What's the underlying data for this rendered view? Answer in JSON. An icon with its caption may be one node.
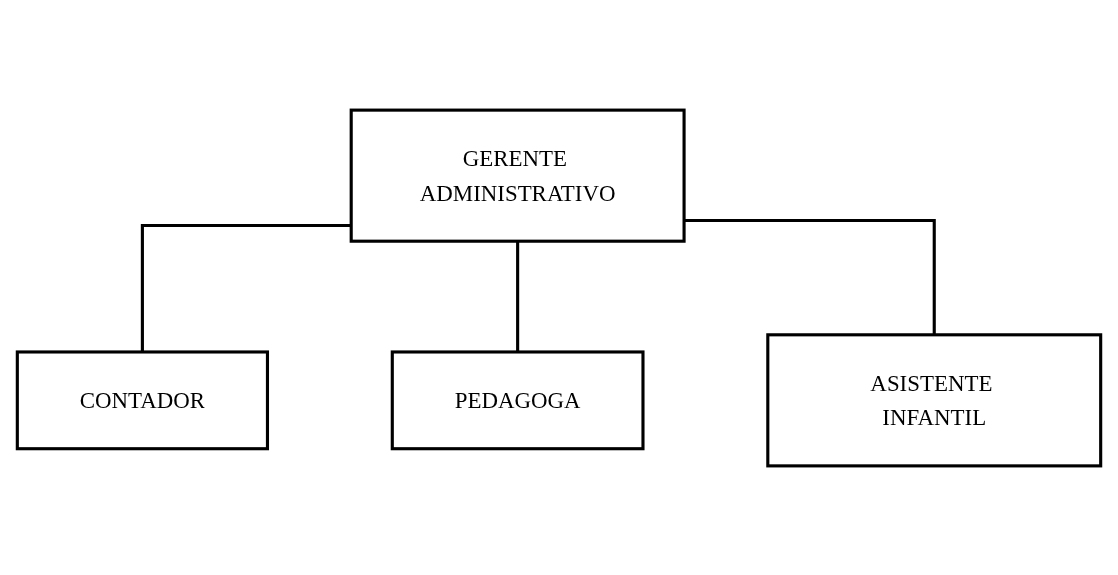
{
  "diagram": {
    "nodes": [
      {
        "text": [
          "GERENTE ADMINISTRATIVO"
        ]
      },
      {
        "text": [
          "CONTADOR"
        ]
      },
      {
        "text": [
          "PEDAGOGA"
        ]
      },
      {
        "text": [
          "ASISTENTE INFANTIL"
        ]
      }
    ],
    "edges": [
      {
        "from": 0,
        "to": 1,
        "arrow": "none"
      },
      {
        "from": 0,
        "to": 2,
        "arrow": "none"
      },
      {
        "from": 0,
        "to": 3,
        "arrow": "none"
      }
    ]
  }
}
